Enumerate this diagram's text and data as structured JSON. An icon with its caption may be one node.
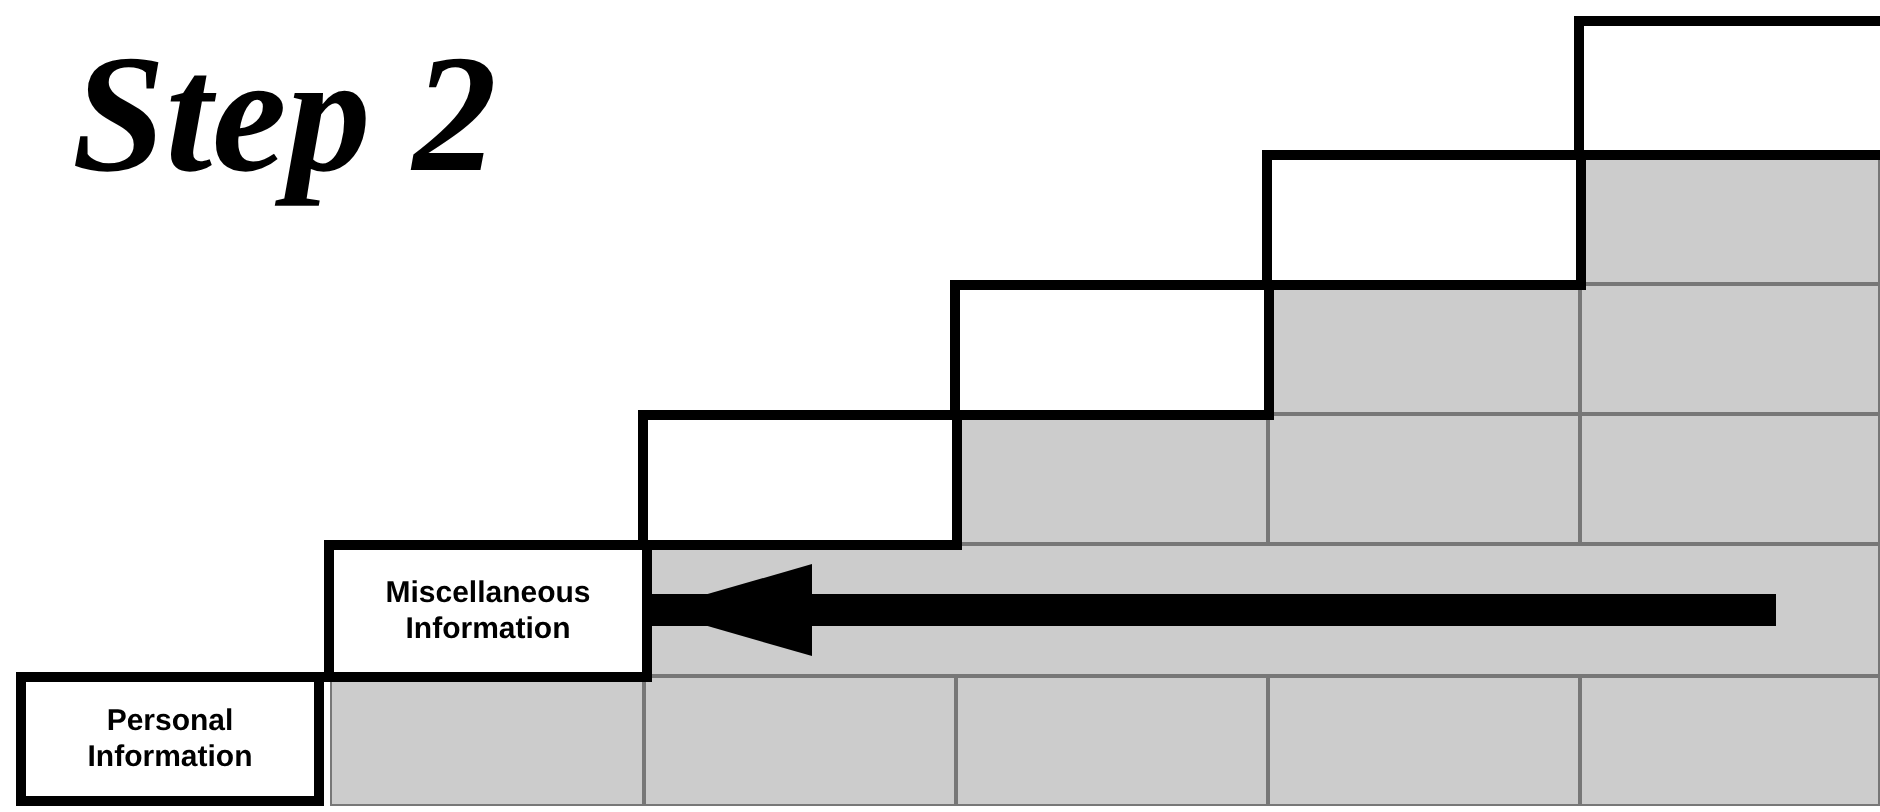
{
  "diagram": {
    "title": "Step 2",
    "nodes": [
      {
        "text": [
          "Personal Information"
        ]
      },
      {
        "text": [
          "Miscellaneous Information"
        ]
      },
      {
        "text": [],
        "shape": "box"
      },
      {
        "text": [],
        "shape": "box"
      },
      {
        "text": [],
        "shape": "box"
      },
      {
        "text": [],
        "shape": "box"
      }
    ],
    "edges": [
      {
        "from": null,
        "to": 1,
        "arrow": "to"
      }
    ]
  }
}
